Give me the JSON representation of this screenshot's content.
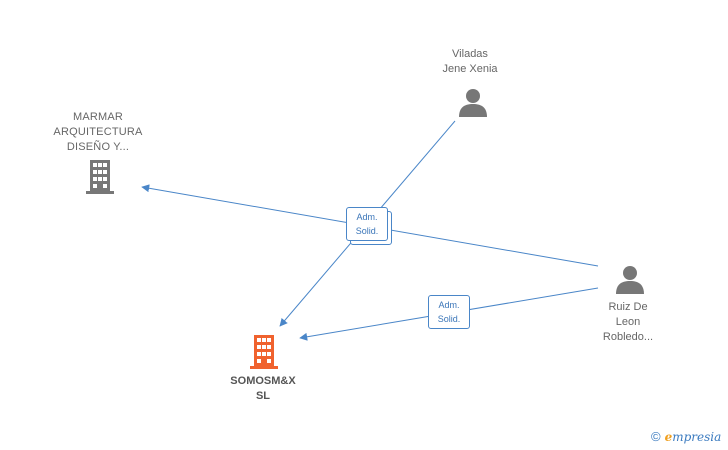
{
  "nodes": {
    "marmar": {
      "lines": [
        "MARMAR",
        "ARQUITECTURA",
        "DISEÑO Y..."
      ],
      "kind": "company",
      "color": "#777777"
    },
    "somosmx": {
      "lines": [
        "SOMOSM&X",
        "SL"
      ],
      "kind": "company-main",
      "color": "#f0622e"
    },
    "viladas": {
      "lines": [
        "Viladas",
        "Jene Xenia"
      ],
      "kind": "person",
      "color": "#777777"
    },
    "ruiz": {
      "lines": [
        "Ruiz De",
        "Leon",
        "Robledo..."
      ],
      "kind": "person",
      "color": "#777777"
    }
  },
  "edges": {
    "badge_upper": {
      "lines": [
        "Adm.",
        "Solid."
      ]
    },
    "badge_lower": {
      "lines": [
        "Adm.",
        "Solid."
      ]
    },
    "color": "#4a86c8"
  },
  "brand": {
    "copyright": "©",
    "e": "e",
    "rest": "mpresia"
  }
}
